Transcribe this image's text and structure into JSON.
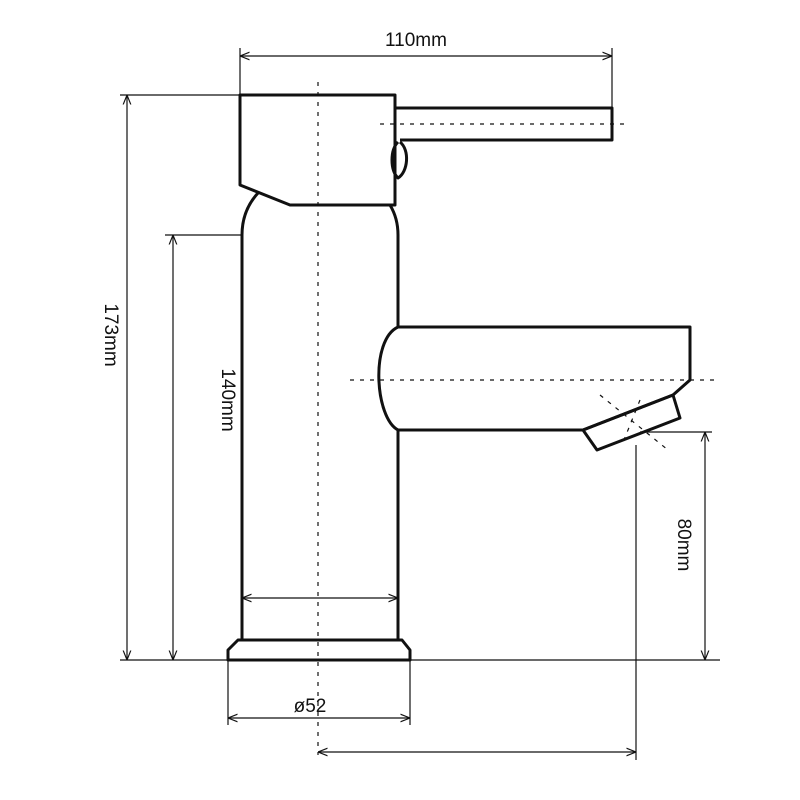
{
  "dimensions": {
    "width": "110mm",
    "total_height": "173mm",
    "body_height": "140mm",
    "spout_height": "80mm",
    "base_diameter": "ø52"
  },
  "colors": {
    "line": "#111111",
    "background": "#ffffff"
  }
}
